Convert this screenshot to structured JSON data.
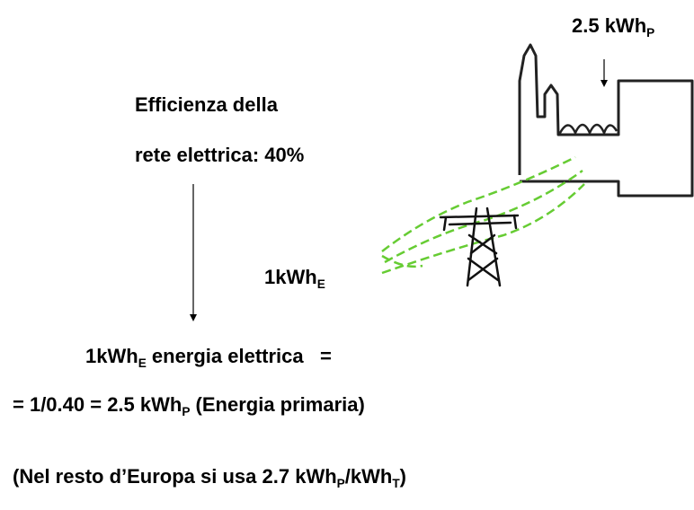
{
  "primary_label": {
    "value": "2.5 kWh",
    "sub": "P"
  },
  "efficiency": {
    "line1": "Efficienza della",
    "line2": "rete elettrica: 40%"
  },
  "electric_label": {
    "value": "1kWh",
    "sub": "E"
  },
  "equation": {
    "line1_a": "1kWh",
    "line1_sub": "E",
    "line1_b": " energia elettrica   =",
    "line2_a": "= 1/0.40 = 2.5 kWh",
    "line2_sub": "P",
    "line2_b": " (Energia primaria)"
  },
  "note": {
    "a": "(Nel resto d’Europa si usa 2.7 kWh",
    "sub1": "P",
    "b": "/kWh",
    "sub2": "T",
    "c": ")"
  },
  "colors": {
    "text": "#000000",
    "transmission_lines": "#66cc33",
    "background": "#ffffff"
  },
  "icons": [
    "power-plant-icon",
    "pylon-icon"
  ]
}
